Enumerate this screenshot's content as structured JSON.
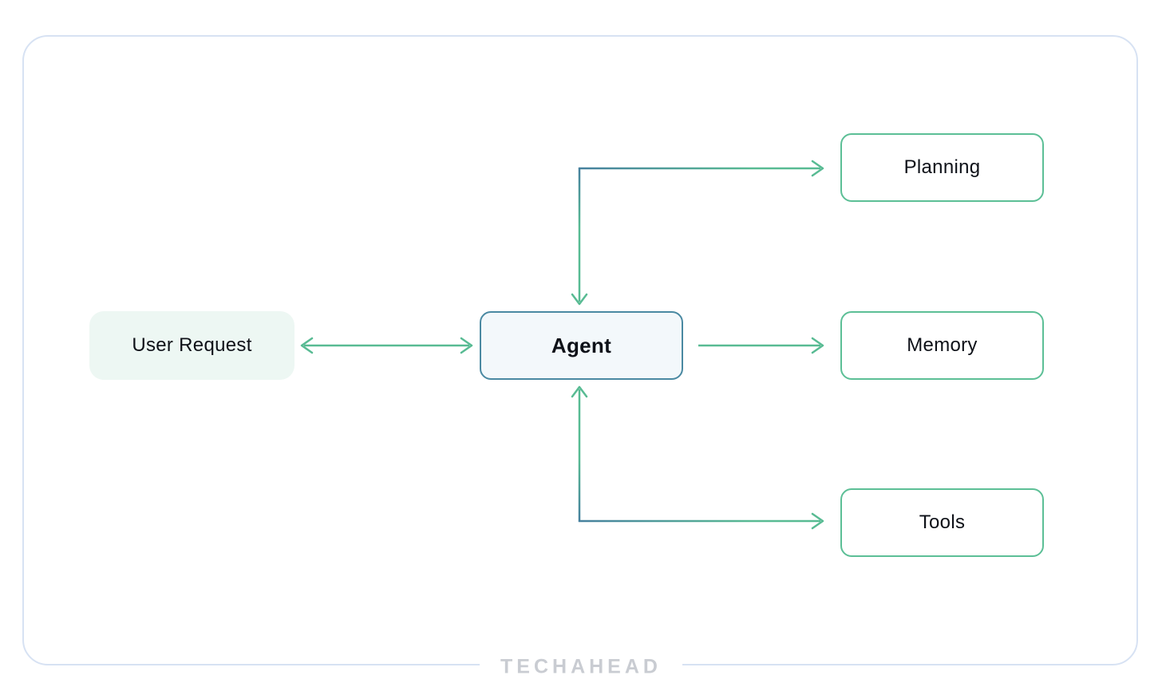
{
  "nodes": {
    "user_request": {
      "label": "User Request"
    },
    "agent": {
      "label": "Agent"
    },
    "planning": {
      "label": "Planning"
    },
    "memory": {
      "label": "Memory"
    },
    "tools": {
      "label": "Tools"
    }
  },
  "edges": [
    {
      "from": "user_request",
      "to": "agent",
      "style": "straight",
      "direction": "bidirectional"
    },
    {
      "from": "agent",
      "to": "planning",
      "style": "elbow",
      "direction": "bidirectional"
    },
    {
      "from": "agent",
      "to": "memory",
      "style": "straight",
      "direction": "one-way"
    },
    {
      "from": "agent",
      "to": "tools",
      "style": "elbow",
      "direction": "bidirectional"
    }
  ],
  "branding": {
    "logo_text": "TECHAHEAD"
  },
  "colors": {
    "arrow_green": "#58bb93",
    "connector_blue": "#46809e",
    "agent_border": "#4a89a2",
    "agent_bg": "#f3f8fb",
    "user_request_bg": "#edf7f3",
    "green_node_border": "#5cbf96",
    "frame_border": "#d7e2f3",
    "text": "#0e1118",
    "logo_gray": "#c9ccd2"
  }
}
